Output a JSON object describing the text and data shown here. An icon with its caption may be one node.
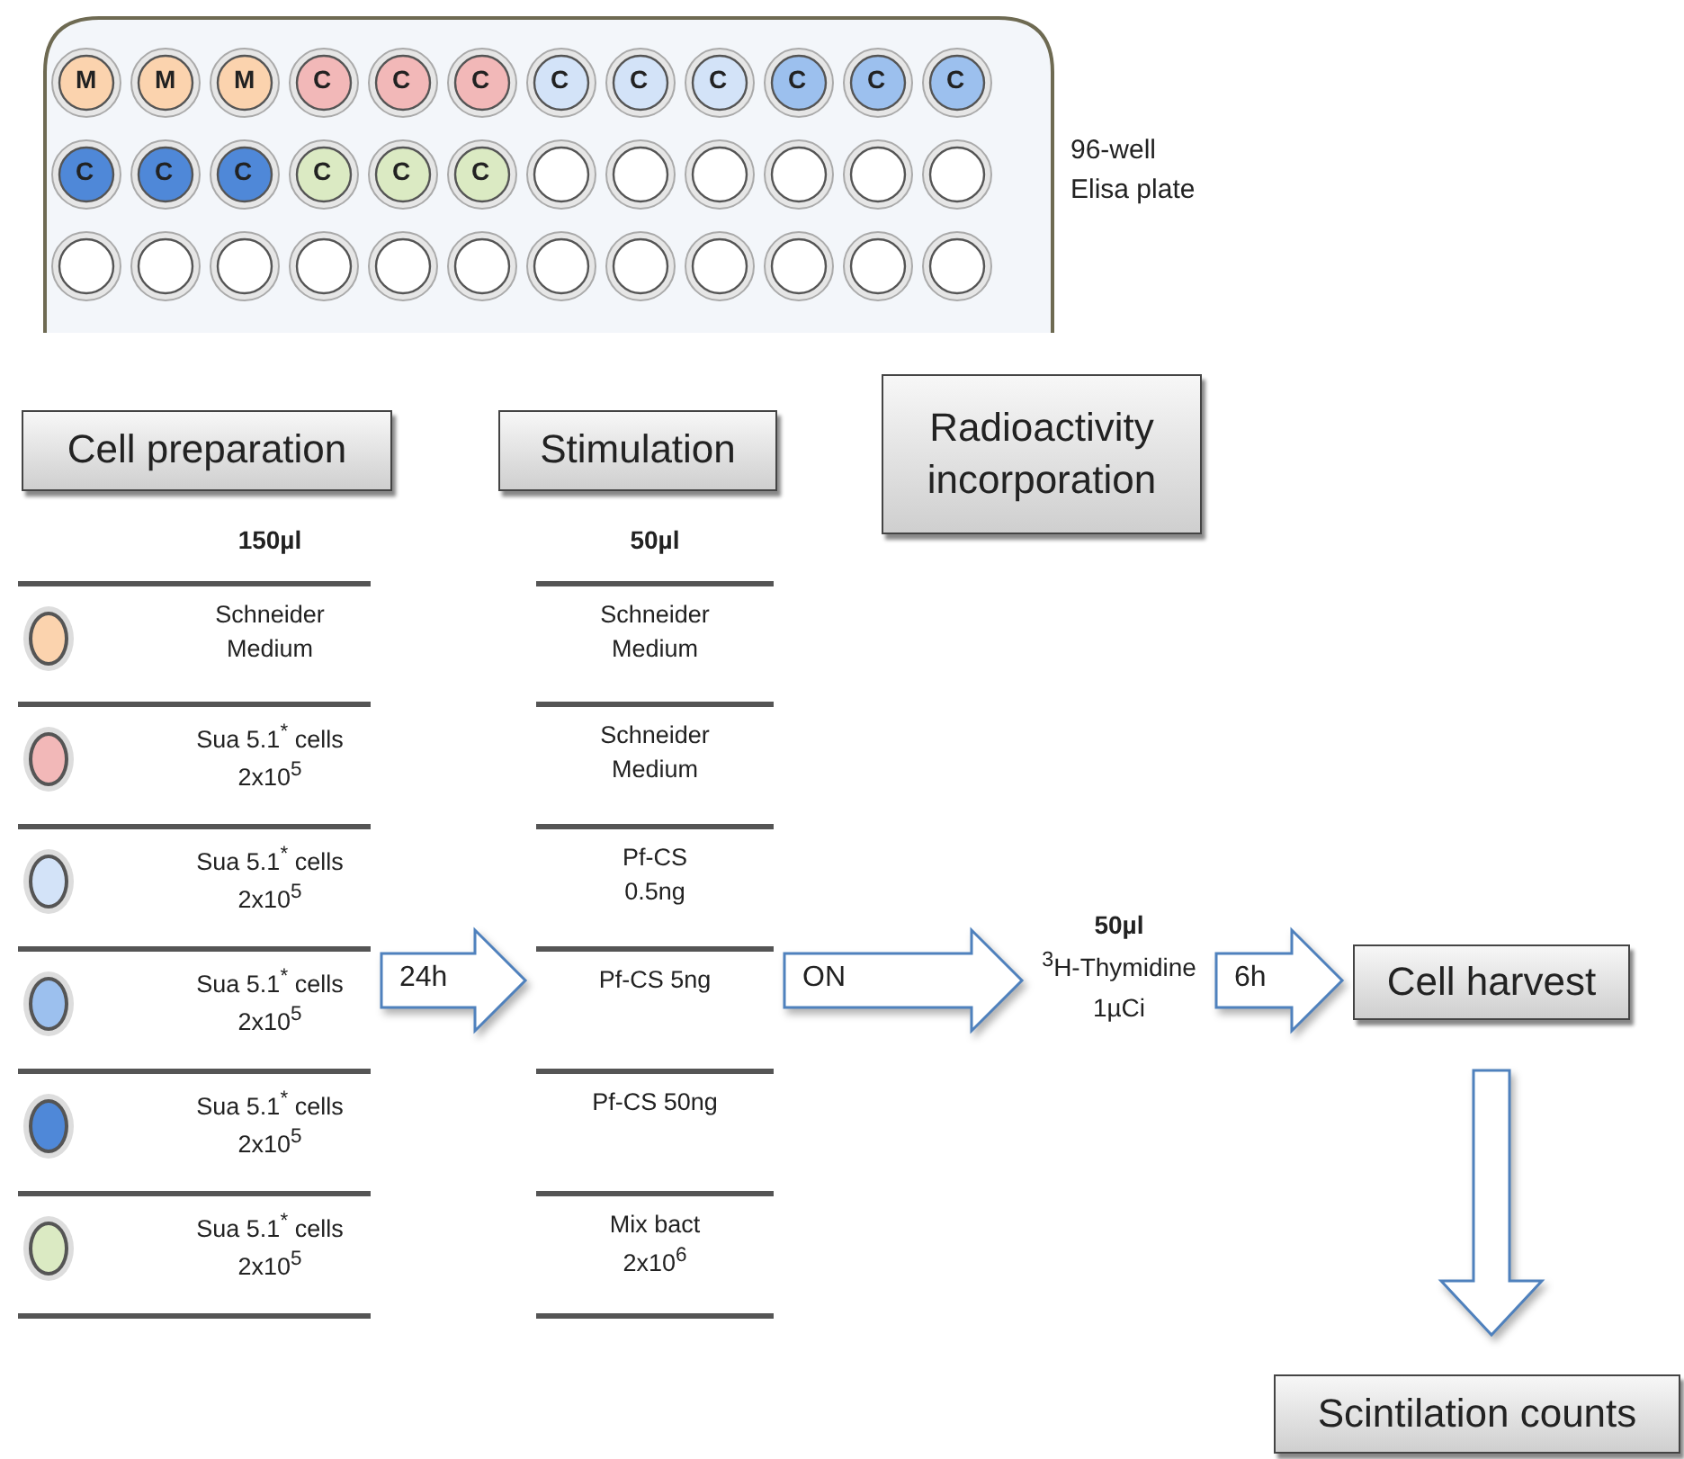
{
  "diagram": {
    "nodes": [
      {
        "text": [
          "Cell preparation"
        ]
      },
      {
        "text": [
          "Stimulation"
        ]
      },
      {
        "text": [
          "Radioactivity incorporation"
        ]
      },
      {
        "text": [
          "150µl",
          "Schneider Medium",
          "Sua 5.1$^{*}$ cells 2x10$^{5}$",
          "Sua 5.1$^{*}$ cells 2x10$^{5}$",
          "Sua 5.1$^{*}$ cells 2x10$^{5}$",
          "Sua 5.1$^{*}$ cells 2x10$^{5}$",
          "Sua 5.1$^{*}$ cells 2x10$^{5}$"
        ]
      },
      {
        "text": [
          "50µl",
          "Schneider Medium",
          "Schneider Medium",
          "Pf-CS 0.5ng",
          "Pf-CS 5ng",
          "Pf-CS 50ng",
          "Mix bact 2x10$^{6}$"
        ]
      },
      {
        "text": [
          "50µl",
          "$^{3}$H-Thymidine",
          "1µCi"
        ]
      },
      {
        "text": [
          "Cell harvest"
        ]
      },
      {
        "text": [
          "Scintilation counts"
        ]
      }
    ],
    "edges": [
      {
        "from": 3,
        "to": 4,
        "arrow": "to",
        "label": "24h"
      },
      {
        "from": 4,
        "to": 5,
        "arrow": "to",
        "label": "ON"
      },
      {
        "from": 5,
        "to": 6,
        "arrow": "to",
        "label": "6h"
      },
      {
        "from": 6,
        "to": 7,
        "arrow": "to"
      }
    ],
    "labels": [
      "M",
      "M",
      "M",
      "C",
      "C",
      "C",
      "C",
      "C",
      "C",
      "C",
      "C",
      "C",
      "C",
      "C",
      "C",
      "C",
      "C",
      "C",
      "96-well Elisa plate"
    ]
  }
}
